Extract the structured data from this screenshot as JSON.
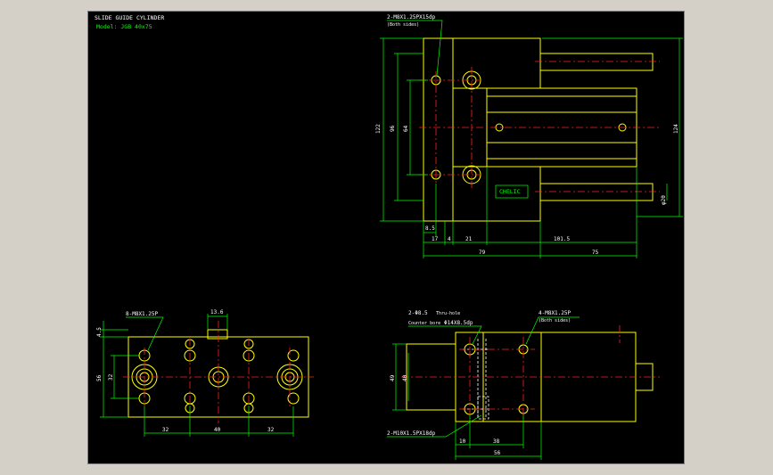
{
  "title_block": {
    "title": "SLIDE GUIDE CYLINDER",
    "model": "Model: JGB 40x75"
  },
  "colors": {
    "background": "#000000",
    "outline": "#ffff00",
    "center_line": "#ff2020",
    "dimension": "#00ff00",
    "text": "#ffffff"
  },
  "views": {
    "top": {
      "callout_tapped": "2-M8X1.25PX15dp",
      "callout_tapped_note": "(Both sides)",
      "brand_label": "CHELIC",
      "dims": {
        "d122": "122",
        "d96": "96",
        "d64": "64",
        "d124": "124",
        "d8_5": "8.5",
        "d17": "17",
        "d4": "4",
        "d21": "21",
        "d101_5": "101.5",
        "d79": "79",
        "d75": "75",
        "d20": "φ20"
      }
    },
    "front": {
      "callout_tapped": "8-M8X1.25P",
      "dims": {
        "d13_6": "13.6",
        "d4_5": "4.5",
        "d56": "56",
        "d32v": "32",
        "d32a": "32",
        "d40": "40",
        "d32b": "32"
      }
    },
    "side": {
      "callout_thru": "2-Φ8.5",
      "callout_thru_note": "Thru-hole",
      "callout_cbore": "Counter bore",
      "callout_cbore_value": "Φ14X8.5dp",
      "callout_tapped": "4-M8X1.25P",
      "callout_tapped_note": "(Both sides)",
      "callout_bottom": "2-M10X1.5PX18dp",
      "dims": {
        "d49": "49",
        "d40": "40",
        "d10": "10",
        "d38": "38",
        "d56": "56"
      }
    }
  }
}
